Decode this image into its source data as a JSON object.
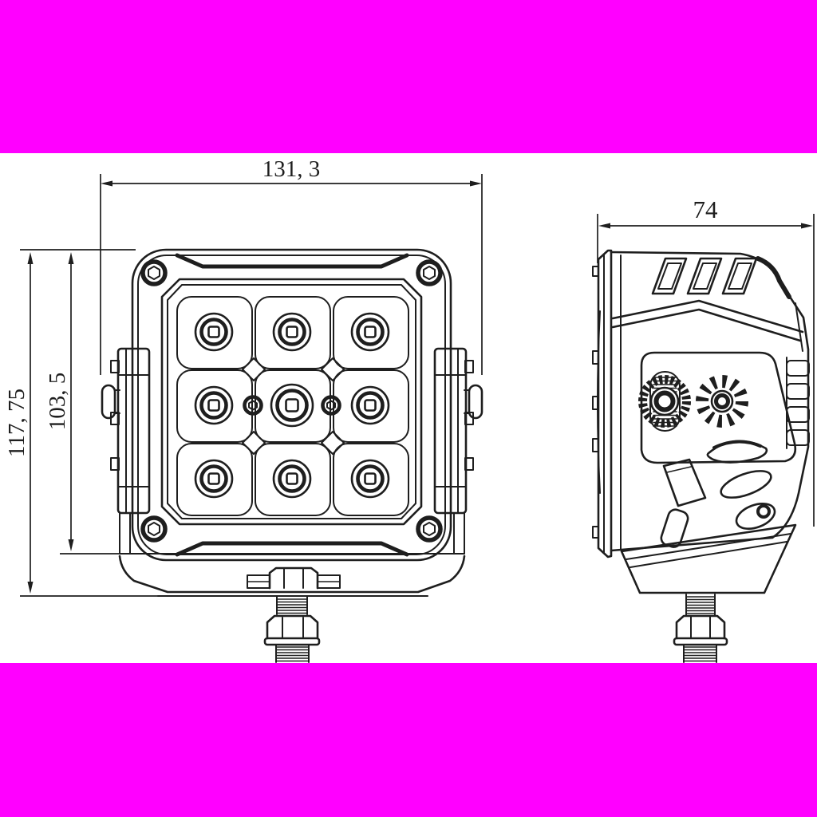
{
  "colors": {
    "magenta": "#ff00ff",
    "line": "#1e1e1e",
    "paper": "#ffffff"
  },
  "drawing": {
    "dimensions": {
      "front_width": "131, 3",
      "front_total_height": "117, 75",
      "front_body_height": "103, 5",
      "side_depth": "74"
    }
  }
}
